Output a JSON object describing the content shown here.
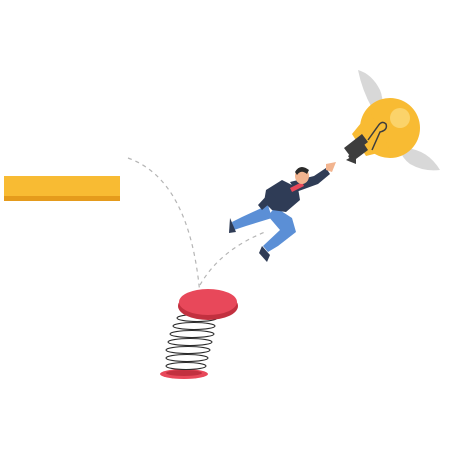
{
  "scene": {
    "background": "#ffffff",
    "elements": [
      "yellow-platform",
      "spring",
      "businessman",
      "winged-lightbulb",
      "jump-trajectory"
    ]
  },
  "colors": {
    "platform": "#f8bb33",
    "platform_shadow": "#e59b1c",
    "spring_pad": "#e8485a",
    "spring_pad_dark": "#c2303f",
    "spring_coil": "#2b2b2b",
    "suit": "#2f3c56",
    "pants": "#5b8fd6",
    "tie": "#e8485a",
    "skin": "#f2b48f",
    "hair": "#2b2b2b",
    "bulb_glass": "#f8bb33",
    "bulb_highlight": "#fbd36a",
    "bulb_base": "#3d3d3d",
    "wing": "#d8d8d8",
    "trajectory": "#b5b5b5"
  },
  "icons": {
    "platform": "ledge-icon",
    "spring": "spring-icon",
    "bulb": "lightbulb-icon",
    "person": "businessman-icon"
  }
}
